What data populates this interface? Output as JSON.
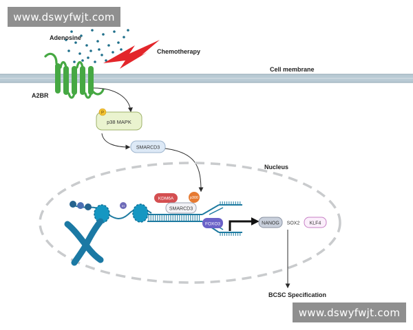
{
  "watermark": "www.dswyfwjt.com",
  "labels": {
    "adenosine": "Adenosine",
    "chemotherapy": "Chemotherapy",
    "cell_membrane": "Cell membrane",
    "a2br": "A2BR",
    "p_badge": "P",
    "p38": "p38 MAPK",
    "smarcd3_cyto": "SMARCD3",
    "nucleus": "Nucleus",
    "kdm6a": "KDM6A",
    "p300": "p300",
    "smarcd3_nuc": "SMARCD3",
    "foxo3": "FOXO3",
    "nanog": "NANOG",
    "sox2": "SOX2",
    "klf4": "KLF4",
    "histone_mark": "IH",
    "bcsc": "BCSC Specification"
  },
  "colors": {
    "membrane": "#b9cad4",
    "membrane_line": "#8fa6b2",
    "receptor": "#46a843",
    "bolt": "#e3262b",
    "dots": "#1f6f8b",
    "p38_fill": "#eaf3cf",
    "p38_stroke": "#9fb26a",
    "smarcd3_fill": "#dde9f6",
    "smarcd3_stroke": "#9fb6cf",
    "kdm6a": "#d44f51",
    "p300": "#e67a32",
    "foxo3": "#6a61c8",
    "nanog_fill": "#c9d0dc",
    "klf4_stroke": "#c77fc5",
    "dna": "#1d7aa0",
    "nucleosome": "#1597c2",
    "chromosome": "#1b79a4",
    "nucleus_dash": "#c9cbcd",
    "arrow": "#2b2b2b"
  }
}
